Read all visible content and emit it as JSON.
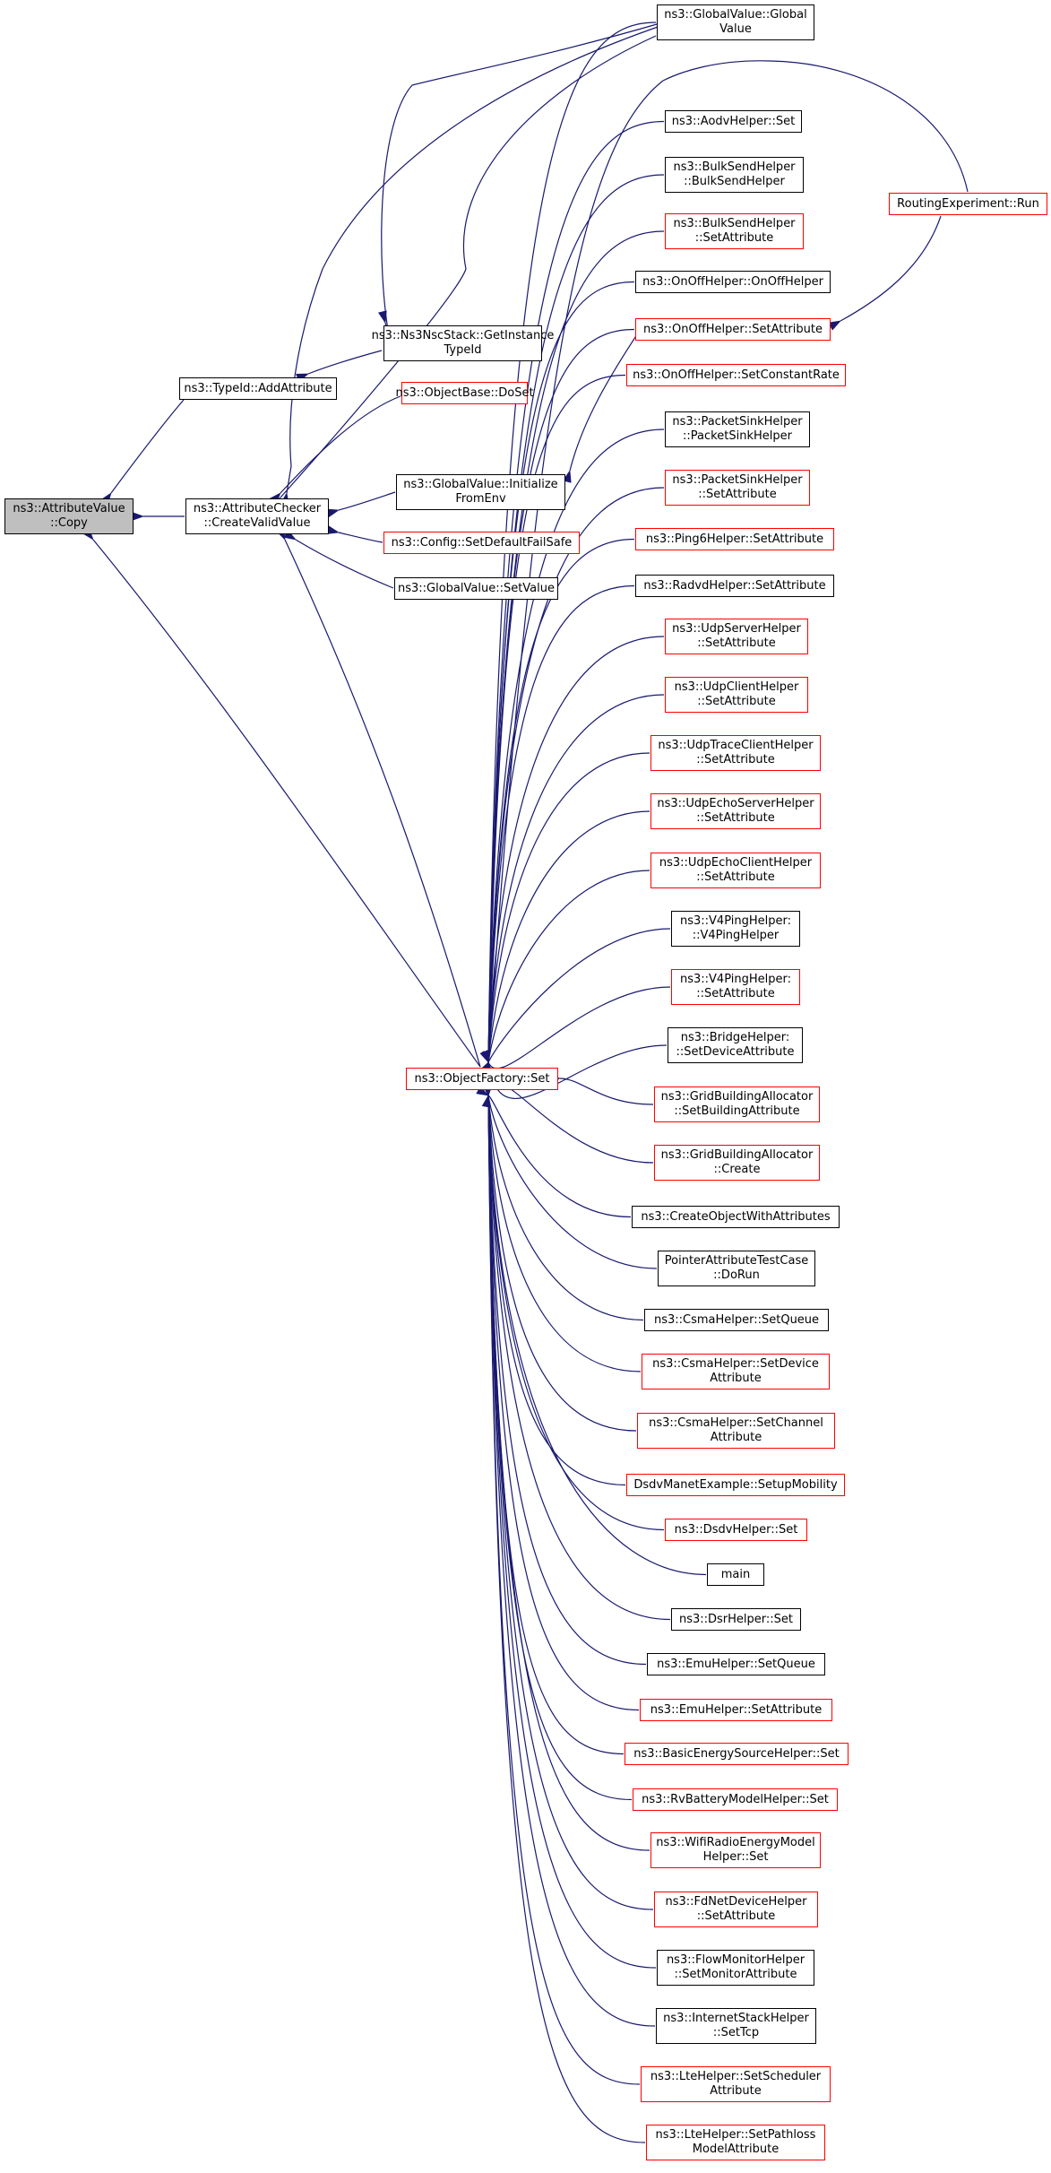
{
  "colors": {
    "edge": "#191970",
    "border": "#000000",
    "border_red": "#ff0000",
    "focus_fill": "#bfbfbf"
  },
  "nodes": [
    {
      "id": "av_copy",
      "lines": [
        "ns3::AttributeValue",
        "::Copy"
      ],
      "style": "gray"
    },
    {
      "id": "typeid_add",
      "lines": [
        "ns3::TypeId::AddAttribute"
      ],
      "style": "black"
    },
    {
      "id": "checker",
      "lines": [
        "ns3::AttributeChecker",
        "::CreateValidValue"
      ],
      "style": "black"
    },
    {
      "id": "nsc_get",
      "lines": [
        "ns3::Ns3NscStack::GetInstance",
        "TypeId"
      ],
      "style": "black"
    },
    {
      "id": "objbase_doset",
      "lines": [
        "ns3::ObjectBase::DoSet"
      ],
      "style": "red"
    },
    {
      "id": "gv_init",
      "lines": [
        "ns3::GlobalValue::Initialize",
        "FromEnv"
      ],
      "style": "black"
    },
    {
      "id": "config_sdfs",
      "lines": [
        "ns3::Config::SetDefaultFailSafe"
      ],
      "style": "red"
    },
    {
      "id": "gv_setvalue",
      "lines": [
        "ns3::GlobalValue::SetValue"
      ],
      "style": "black"
    },
    {
      "id": "of_set",
      "lines": [
        "ns3::ObjectFactory::Set"
      ],
      "style": "red"
    },
    {
      "id": "gv_global",
      "lines": [
        "ns3::GlobalValue::Global",
        "Value"
      ],
      "style": "black"
    },
    {
      "id": "aodv_set",
      "lines": [
        "ns3::AodvHelper::Set"
      ],
      "style": "black"
    },
    {
      "id": "bulk_ctor",
      "lines": [
        "ns3::BulkSendHelper",
        "::BulkSendHelper"
      ],
      "style": "black"
    },
    {
      "id": "bulk_setattr",
      "lines": [
        "ns3::BulkSendHelper",
        "::SetAttribute"
      ],
      "style": "red"
    },
    {
      "id": "onoff_ctor",
      "lines": [
        "ns3::OnOffHelper::OnOffHelper"
      ],
      "style": "black"
    },
    {
      "id": "onoff_setattr",
      "lines": [
        "ns3::OnOffHelper::SetAttribute"
      ],
      "style": "red"
    },
    {
      "id": "onoff_rate",
      "lines": [
        "ns3::OnOffHelper::SetConstantRate"
      ],
      "style": "red"
    },
    {
      "id": "routing_run",
      "lines": [
        "RoutingExperiment::Run"
      ],
      "style": "red"
    },
    {
      "id": "psink_ctor",
      "lines": [
        "ns3::PacketSinkHelper",
        "::PacketSinkHelper"
      ],
      "style": "black"
    },
    {
      "id": "psink_setattr",
      "lines": [
        "ns3::PacketSinkHelper",
        "::SetAttribute"
      ],
      "style": "red"
    },
    {
      "id": "ping6_setattr",
      "lines": [
        "ns3::Ping6Helper::SetAttribute"
      ],
      "style": "red"
    },
    {
      "id": "radvd_setattr",
      "lines": [
        "ns3::RadvdHelper::SetAttribute"
      ],
      "style": "black"
    },
    {
      "id": "udpserver",
      "lines": [
        "ns3::UdpServerHelper",
        "::SetAttribute"
      ],
      "style": "red"
    },
    {
      "id": "udpclient",
      "lines": [
        "ns3::UdpClientHelper",
        "::SetAttribute"
      ],
      "style": "red"
    },
    {
      "id": "udptrace",
      "lines": [
        "ns3::UdpTraceClientHelper",
        "::SetAttribute"
      ],
      "style": "red"
    },
    {
      "id": "udpechoserver",
      "lines": [
        "ns3::UdpEchoServerHelper",
        "::SetAttribute"
      ],
      "style": "red"
    },
    {
      "id": "udpechoclient",
      "lines": [
        "ns3::UdpEchoClientHelper",
        "::SetAttribute"
      ],
      "style": "red"
    },
    {
      "id": "v4ping_ctor",
      "lines": [
        "ns3::V4PingHelper:",
        "::V4PingHelper"
      ],
      "style": "black"
    },
    {
      "id": "v4ping_setattr",
      "lines": [
        "ns3::V4PingHelper:",
        "::SetAttribute"
      ],
      "style": "red"
    },
    {
      "id": "bridge",
      "lines": [
        "ns3::BridgeHelper:",
        "::SetDeviceAttribute"
      ],
      "style": "black"
    },
    {
      "id": "grid_setbuilding",
      "lines": [
        "ns3::GridBuildingAllocator",
        "::SetBuildingAttribute"
      ],
      "style": "red"
    },
    {
      "id": "grid_create",
      "lines": [
        "ns3::GridBuildingAllocator",
        "::Create"
      ],
      "style": "red"
    },
    {
      "id": "createobj",
      "lines": [
        "ns3::CreateObjectWithAttributes"
      ],
      "style": "black"
    },
    {
      "id": "pointertest",
      "lines": [
        "PointerAttributeTestCase",
        "::DoRun"
      ],
      "style": "black"
    },
    {
      "id": "csma_queue",
      "lines": [
        "ns3::CsmaHelper::SetQueue"
      ],
      "style": "black"
    },
    {
      "id": "csma_device",
      "lines": [
        "ns3::CsmaHelper::SetDevice",
        "Attribute"
      ],
      "style": "red"
    },
    {
      "id": "csma_channel",
      "lines": [
        "ns3::CsmaHelper::SetChannel",
        "Attribute"
      ],
      "style": "red"
    },
    {
      "id": "dsdv_mobility",
      "lines": [
        "DsdvManetExample::SetupMobility"
      ],
      "style": "red"
    },
    {
      "id": "dsdv_set",
      "lines": [
        "ns3::DsdvHelper::Set"
      ],
      "style": "red"
    },
    {
      "id": "main",
      "lines": [
        "main"
      ],
      "style": "black"
    },
    {
      "id": "dsr_set",
      "lines": [
        "ns3::DsrHelper::Set"
      ],
      "style": "black"
    },
    {
      "id": "emu_queue",
      "lines": [
        "ns3::EmuHelper::SetQueue"
      ],
      "style": "black"
    },
    {
      "id": "emu_setattr",
      "lines": [
        "ns3::EmuHelper::SetAttribute"
      ],
      "style": "red"
    },
    {
      "id": "basicenergy",
      "lines": [
        "ns3::BasicEnergySourceHelper::Set"
      ],
      "style": "red"
    },
    {
      "id": "rvbattery",
      "lines": [
        "ns3::RvBatteryModelHelper::Set"
      ],
      "style": "red"
    },
    {
      "id": "wifiradio",
      "lines": [
        "ns3::WifiRadioEnergyModel",
        "Helper::Set"
      ],
      "style": "red"
    },
    {
      "id": "fdnet",
      "lines": [
        "ns3::FdNetDeviceHelper",
        "::SetAttribute"
      ],
      "style": "red"
    },
    {
      "id": "flowmon",
      "lines": [
        "ns3::FlowMonitorHelper",
        "::SetMonitorAttribute"
      ],
      "style": "black"
    },
    {
      "id": "inetstack",
      "lines": [
        "ns3::InternetStackHelper",
        "::SetTcp"
      ],
      "style": "black"
    },
    {
      "id": "lte_sched",
      "lines": [
        "ns3::LteHelper::SetScheduler",
        "Attribute"
      ],
      "style": "red"
    },
    {
      "id": "lte_pathloss",
      "lines": [
        "ns3::LteHelper::SetPathloss",
        "ModelAttribute"
      ],
      "style": "red"
    }
  ]
}
